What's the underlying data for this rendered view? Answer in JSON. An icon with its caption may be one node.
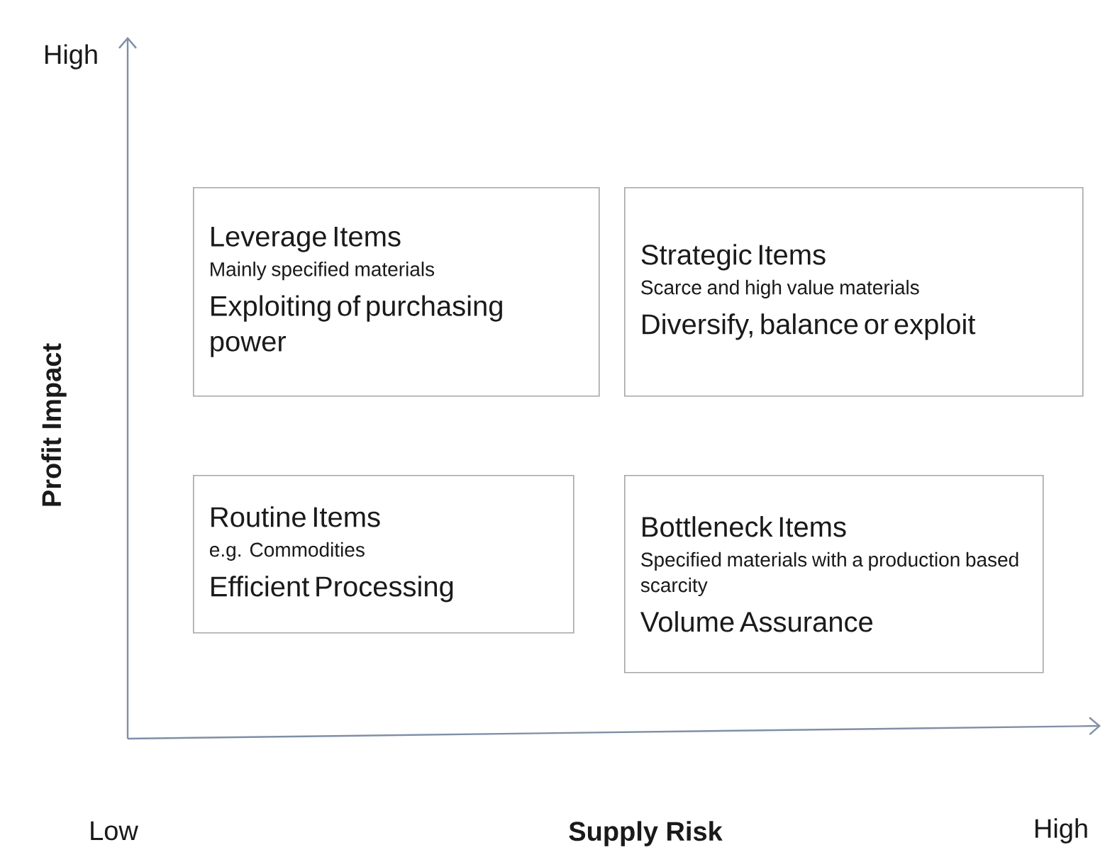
{
  "diagram": {
    "nodes": [
      {
        "text": [
          "Leverage Items",
          "Mainly specified materials",
          "Exploiting of purchasing power"
        ]
      },
      {
        "text": [
          "Strategic Items",
          "Scarce and high value materials",
          "Diversify, balance or exploit"
        ]
      },
      {
        "text": [
          "Routine Items",
          "e.g. Commodities",
          "Efficient Processing"
        ]
      },
      {
        "text": [
          "Bottleneck Items",
          "Specified materials with a production based scarcity",
          "Volume Assurance"
        ]
      }
    ],
    "labels": [
      "High",
      "Profit Impact",
      "Low",
      "Supply Risk",
      "High"
    ]
  }
}
